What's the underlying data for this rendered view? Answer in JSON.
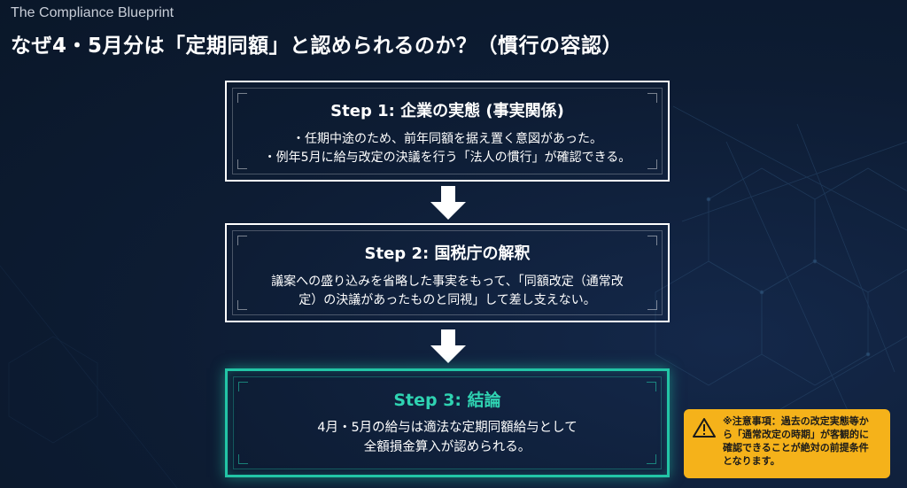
{
  "header": {
    "brand": "The Compliance Blueprint",
    "title": "なぜ4・5月分は「定期同額」と認められるのか？（慣行の容認）"
  },
  "steps": [
    {
      "title": "Step 1: 企業の実態 (事実関係)",
      "lines": [
        "・任期中途のため、前年同額を据え置く意図があった。",
        "・例年5月に給与改定の決議を行う「法人の慣行」が確認できる。"
      ]
    },
    {
      "title": "Step 2: 国税庁の解釈",
      "lines": [
        "議案への盛り込みを省略した事実をもって、「同額改定（通常改",
        "定）の決議があったものと同視」して差し支えない。"
      ]
    },
    {
      "title": "Step 3: 結論",
      "lines": [
        "4月・5月の給与は適法な定期同額給与として",
        "全額損金算入が認められる。"
      ]
    }
  ],
  "note": {
    "icon": "warning-icon",
    "lines": [
      "※注意事項：過去の改定実態等か",
      "ら「通常改定の時期」が客観的に",
      "確認できることが絶対の前提条件",
      "となります。"
    ]
  },
  "colors": {
    "background": "#0d1c33",
    "accent": "#22c5a6",
    "note": "#f5b21a"
  }
}
